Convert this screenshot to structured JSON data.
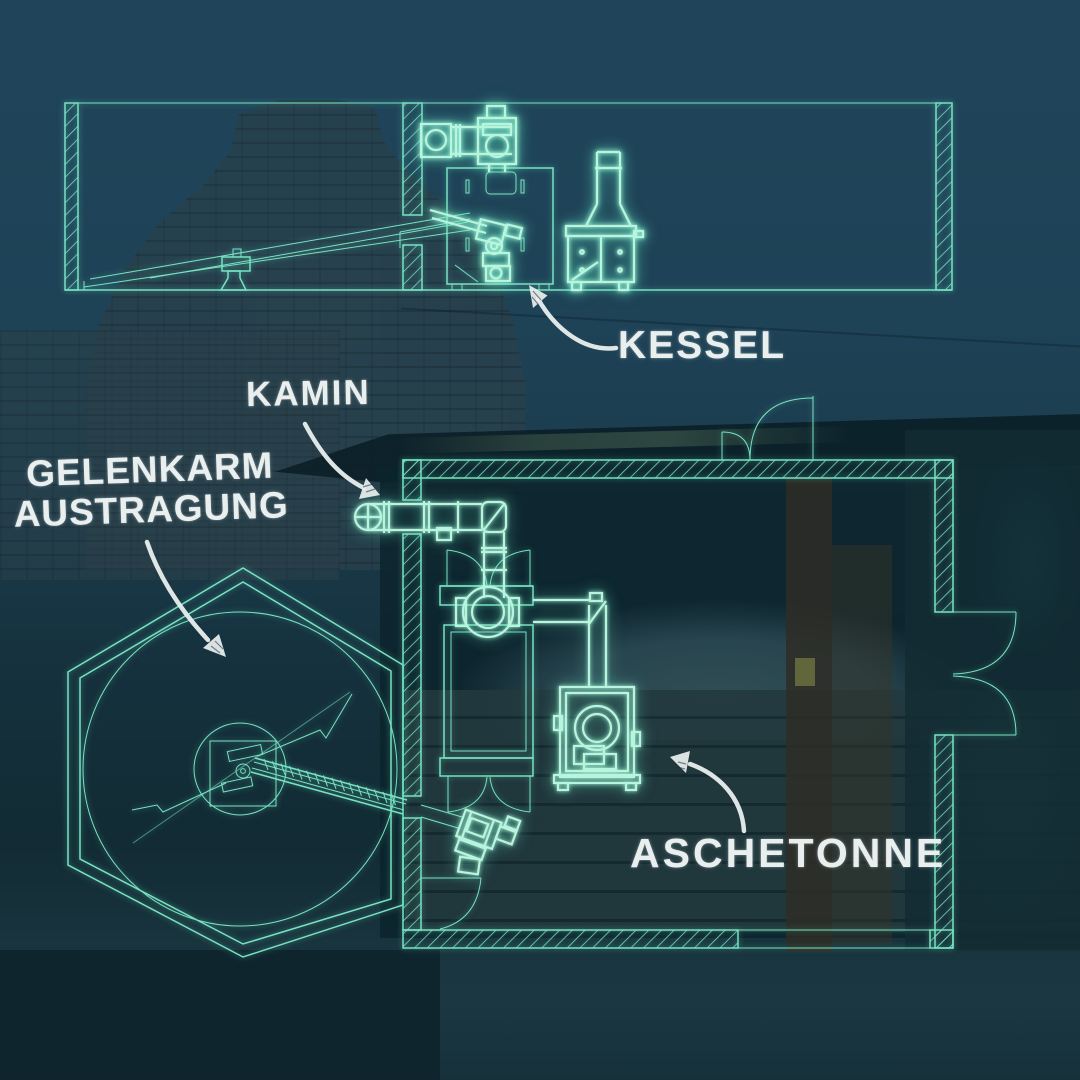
{
  "labels": {
    "kessel": {
      "text": "KESSEL",
      "target": "boiler"
    },
    "kamin": {
      "text": "KAMIN",
      "target": "chimney-pipe"
    },
    "gelenkarm": {
      "line1": "GELENKARM",
      "line2": "AUSTRAGUNG",
      "target": "rotary-arm-discharge"
    },
    "aschetonne": {
      "text": "ASCHETONNE",
      "target": "ash-bin"
    }
  },
  "colors": {
    "blueprint_line": "#79e2c2",
    "blueprint_bright": "#b9f4de",
    "chalk": "#e9efee",
    "bg_sky": "#1f4459",
    "bg_dark": "#10272e"
  }
}
